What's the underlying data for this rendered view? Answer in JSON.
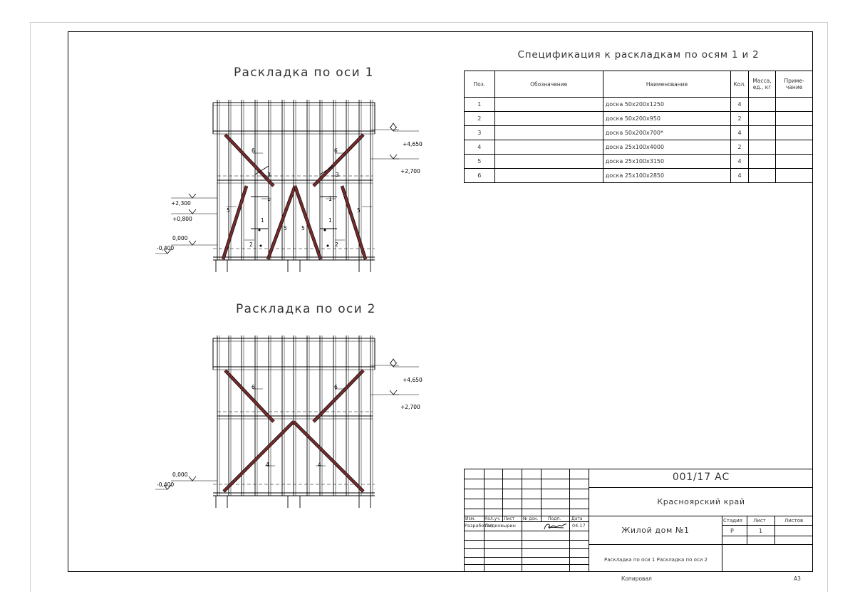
{
  "drawing1": {
    "title": "Раскладка по оси 1",
    "elevations": {
      "e4650": "+4,650",
      "e2700": "+2,700",
      "e2300": "+2,300",
      "e0800": "+0,800",
      "e0000": "0,000",
      "en0400": "-0,400"
    },
    "callouts": {
      "c6": "6",
      "c3": "3",
      "c1": "1",
      "c5": "5",
      "c2": "2"
    }
  },
  "drawing2": {
    "title": "Раскладка по оси 2",
    "elevations": {
      "e4650": "+4,650",
      "e2700": "+2,700",
      "e0000": "0,000",
      "en0400": "-0,400"
    },
    "callouts": {
      "c6": "6",
      "c4": "4"
    }
  },
  "spec": {
    "title": "Спецификация к раскладкам по осям 1 и 2",
    "headers": {
      "pos": "Поз.",
      "designation": "Обозначение",
      "name": "Наименование",
      "qty": "Кол.",
      "mass": "Масса, ед., кг",
      "note": "Приме- чание"
    },
    "rows": [
      {
        "pos": "1",
        "name": "доска 50х200х1250",
        "qty": "4"
      },
      {
        "pos": "2",
        "name": "доска 50х200х950",
        "qty": "2"
      },
      {
        "pos": "3",
        "name": "доска 50х200х700*",
        "qty": "4"
      },
      {
        "pos": "4",
        "name": "доска 25х100х4000",
        "qty": "2"
      },
      {
        "pos": "5",
        "name": "доска 25х100х3150",
        "qty": "4"
      },
      {
        "pos": "6",
        "name": "доска 25х100х2850",
        "qty": "4"
      }
    ]
  },
  "titleblock": {
    "code": "001/17 АС",
    "region": "Красноярский край",
    "object": "Жилой дом №1",
    "sheet_title": "Раскладка по оси 1 Раскладка по оси 2",
    "cols": {
      "izm": "Изм.",
      "kol": "Кол.уч.",
      "list": "Лист",
      "ndoc": "№ док.",
      "podp": "Подп.",
      "data": "Дата"
    },
    "developed_label": "Разработал",
    "developer": "Подковырин",
    "date": "04.17",
    "stage_label": "Стадия",
    "sheet_label": "Лист",
    "sheets_label": "Листов",
    "stage": "Р",
    "sheet": "1",
    "copied": "Копировал",
    "format": "А3"
  },
  "colors": {
    "brace": "#7a2a2a",
    "line": "#000000"
  }
}
